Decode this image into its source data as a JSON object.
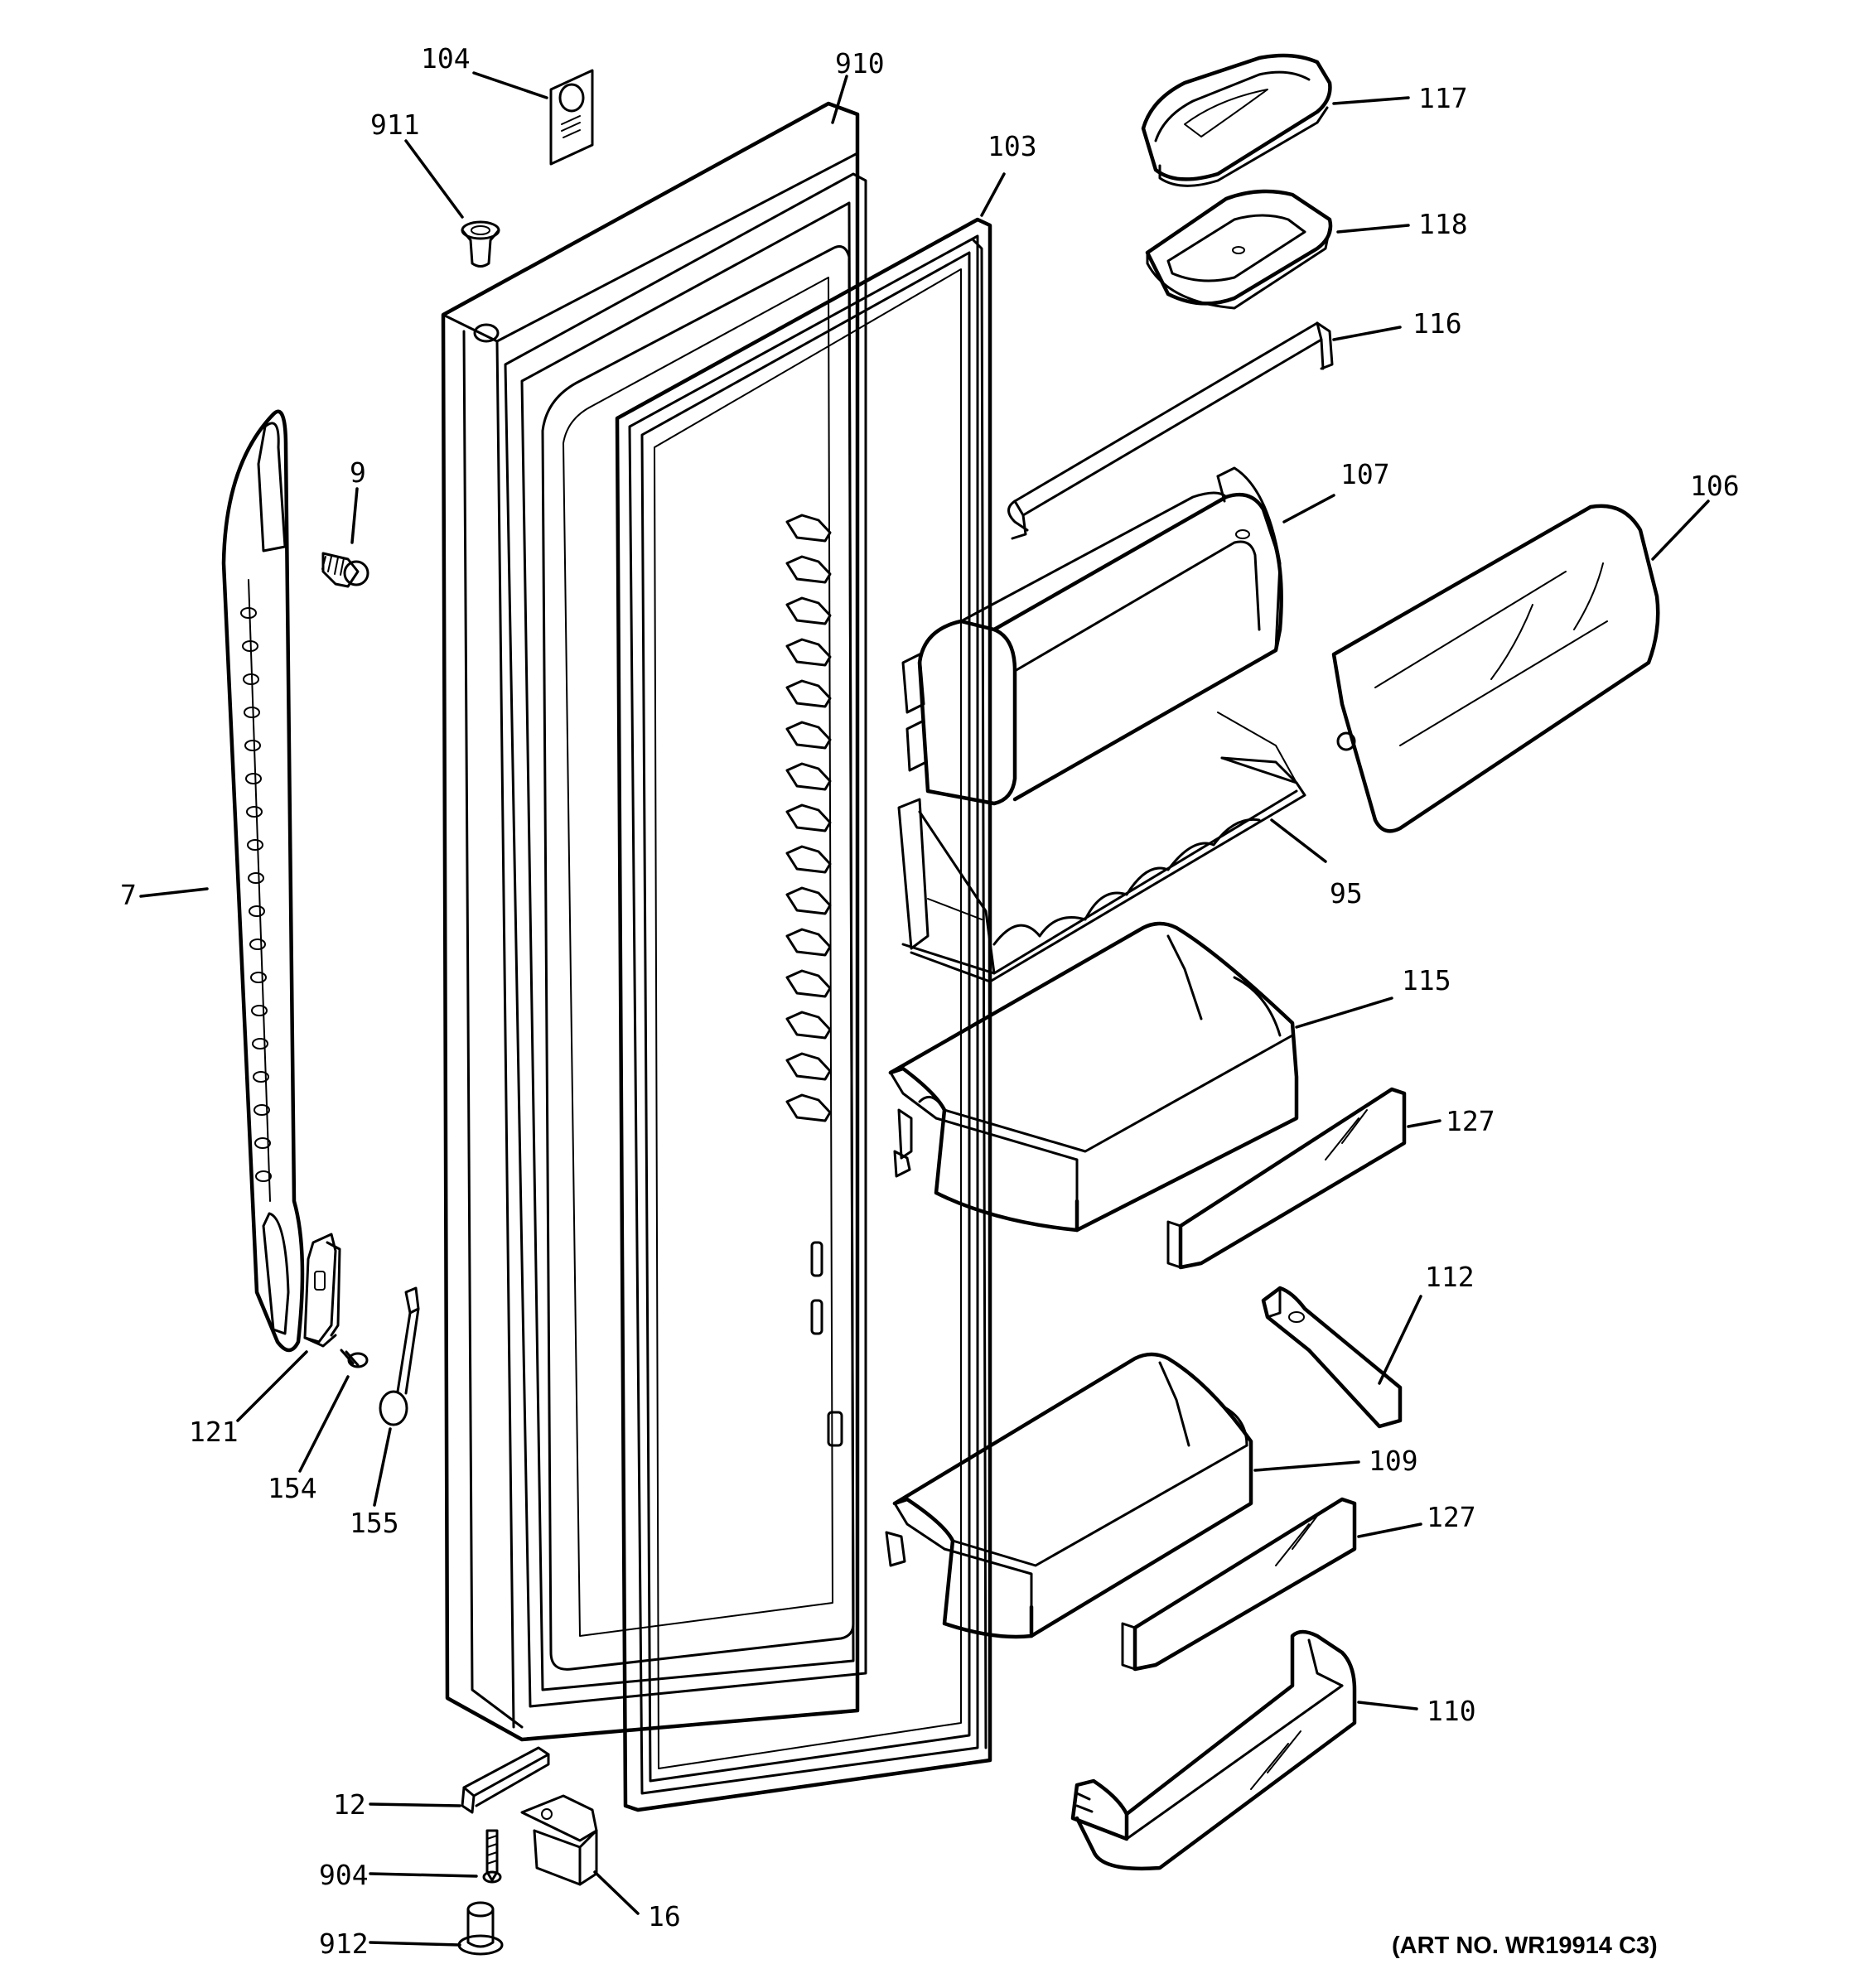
{
  "parts": [
    {
      "id": "104",
      "label": "104"
    },
    {
      "id": "910",
      "label": "910"
    },
    {
      "id": "911",
      "label": "911"
    },
    {
      "id": "103",
      "label": "103"
    },
    {
      "id": "117",
      "label": "117"
    },
    {
      "id": "118",
      "label": "118"
    },
    {
      "id": "116",
      "label": "116"
    },
    {
      "id": "107",
      "label": "107"
    },
    {
      "id": "106",
      "label": "106"
    },
    {
      "id": "9",
      "label": "9"
    },
    {
      "id": "7",
      "label": "7"
    },
    {
      "id": "95",
      "label": "95"
    },
    {
      "id": "115",
      "label": "115"
    },
    {
      "id": "127a",
      "label": "127"
    },
    {
      "id": "112",
      "label": "112"
    },
    {
      "id": "121",
      "label": "121"
    },
    {
      "id": "154",
      "label": "154"
    },
    {
      "id": "155",
      "label": "155"
    },
    {
      "id": "109",
      "label": "109"
    },
    {
      "id": "127b",
      "label": "127"
    },
    {
      "id": "110",
      "label": "110"
    },
    {
      "id": "12",
      "label": "12"
    },
    {
      "id": "904",
      "label": "904"
    },
    {
      "id": "16",
      "label": "16"
    },
    {
      "id": "912",
      "label": "912"
    }
  ],
  "art_number": "(ART NO. WR19914 C3)"
}
